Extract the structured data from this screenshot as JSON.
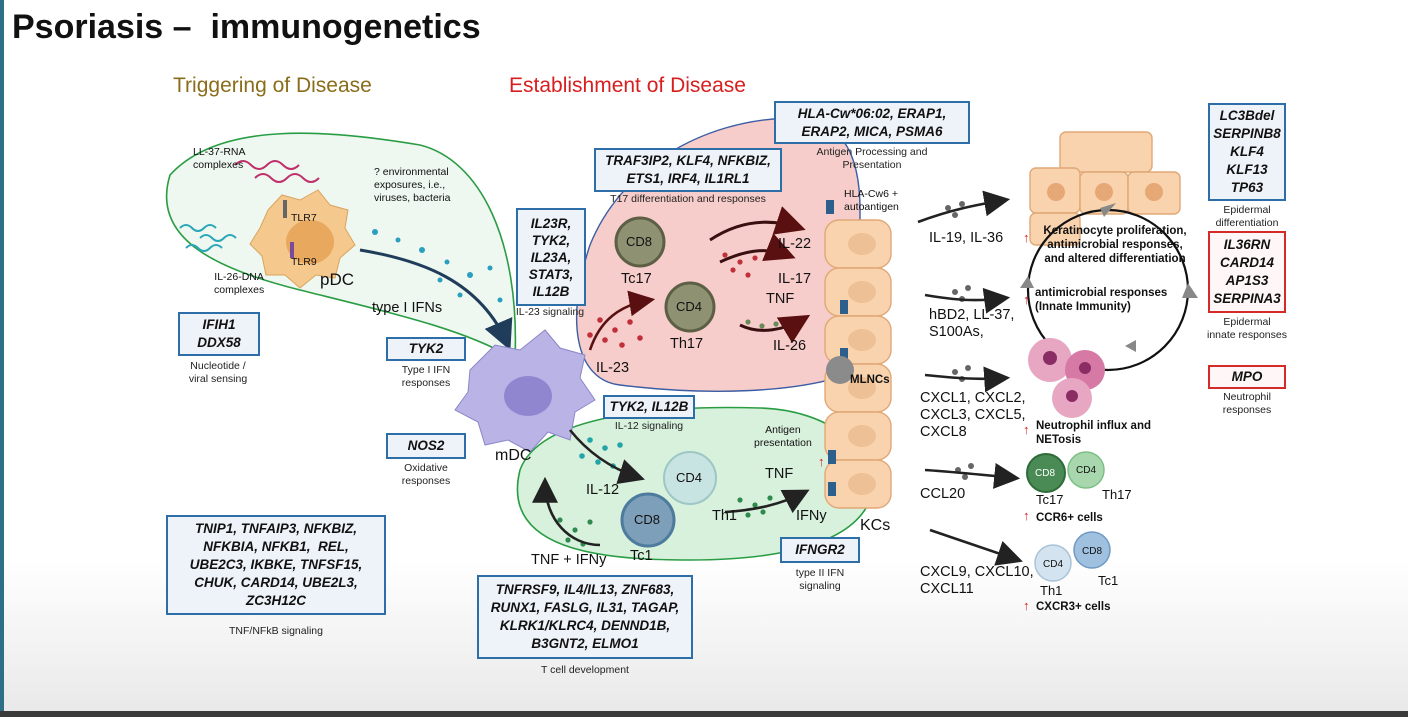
{
  "title": "Psoriasis –  immunogenetics",
  "headers": {
    "triggering": "Triggering of Disease",
    "establishment": "Establishment of Disease"
  },
  "colors": {
    "triggering": "#8a6d1a",
    "establishment": "#d81e1e",
    "box_blue": "#2d6da8",
    "box_red": "#d42a2a",
    "pdc_fill": "#e9f5ec",
    "pdc_stroke": "#2a9d44",
    "th17_fill": "#f6c7c5",
    "th1_fill": "#d6f0da"
  },
  "pdc_panel": {
    "ll37": "LL-37-RNA\ncomplexes",
    "environmental": "? environmental\nexposures, i.e.,\nviruses, bacteria",
    "tlr7": "TLR7",
    "tlr9": "TLR9",
    "il26": "IL-26-DNA\ncomplexes",
    "pdc": "pDC",
    "type1ifns": "type I IFNs"
  },
  "gene_boxes": {
    "ifih1": "IFIH1\nDDX58",
    "ifih1_caption": "Nucleotide /\nviral sensing",
    "tyk2": "TYK2",
    "tyk2_caption": "Type I IFN\nresponses",
    "nos2": "NOS2",
    "nos2_caption": "Oxidative\nresponses",
    "il23r": "IL23R,\nTYK2,\nIL23A,\nSTAT3,\nIL12B",
    "il23r_caption": "IL-23 signaling",
    "traf3": "TRAF3IP2, KLF4, NFKBIZ,\nETS1, IRF4, IL1RL1",
    "traf3_caption": "T17 differentiation and responses",
    "hla": "HLA-Cw*06:02, ERAP1,\nERAP2, MICA, PSMA6",
    "hla_caption": "Antigen Processing and\nPresentation",
    "tyk2il12b": "TYK2, IL12B",
    "tyk2il12b_caption": "IL-12 signaling",
    "ifngr2": "IFNGR2",
    "ifngr2_caption": "type II IFN\nsignaling",
    "tnip1": "TNIP1, TNFAIP3, NFKBIZ,\nNFKBIA, NFKB1,  REL,\nUBE2C3, IKBKE, TNFSF15,\nCHUK, CARD14, UBE2L3,\nZC3H12C",
    "tnip1_caption": "TNF/NFkB signaling",
    "tnfrsf9": "TNFRSF9, IL4/IL13, ZNF683,\nRUNX1, FASLG, IL31, TAGAP,\nKLRK1/KLRC4, DENND1B,\nB3GNT2, ELMO1",
    "tnfrsf9_caption": "T cell development",
    "lc3b": "LC3Bdel\nSERPINB8\nKLF4\nKLF13\nTP63",
    "lc3b_caption": "Epidermal\ndifferentiation",
    "il36rn": "IL36RN\nCARD14\nAP1S3\nSERPINA3",
    "il36rn_caption": "Epidermal\ninnate responses",
    "mpo": "MPO",
    "mpo_caption": "Neutrophil\nresponses"
  },
  "cells": {
    "mdc": "mDC",
    "cd8": "CD8",
    "cd4": "CD4",
    "tc17": "Tc17",
    "th17": "Th17",
    "th1": "Th1",
    "tc1": "Tc1",
    "kcs": "KCs",
    "mlncs": "MLNCs",
    "hla_cw6": "HLA-Cw6 +\nautoantigen",
    "antigen_presentation": "Antigen\npresentation"
  },
  "cytokines": {
    "il23": "IL-23",
    "il22": "IL-22",
    "il17": "IL-17",
    "tnf_red": "TNF",
    "il26": "IL-26",
    "il12": "IL-12",
    "tnf_green": "TNF",
    "ifny": "IFNy",
    "tnf_ifny": "TNF + IFNy"
  },
  "outputs": {
    "il19": "IL-19, IL-36",
    "hbd2": "hBD2, LL-37,\nS100As,",
    "cxcl1": "CXCL1, CXCL2,\nCXCL3, CXCL5,\nCXCL8",
    "ccl20": "CCL20",
    "cxcl9": "CXCL9, CXCL10,\nCXCL11",
    "keratinocyte": "Keratinocyte proliferation,\nantimicrobial responses,\nand altered differentiation",
    "antimicrobial": "antimicrobial responses\n(Innate Immunity)",
    "neutrophil": "Neutrophil influx and\nNETosis",
    "ccr6": "CCR6+ cells",
    "cxcr3": "CXCR3+ cells",
    "cd8": "CD8",
    "cd4": "CD4",
    "tc17": "Tc17",
    "th17": "Th17",
    "th1": "Th1",
    "tc1": "Tc1"
  }
}
